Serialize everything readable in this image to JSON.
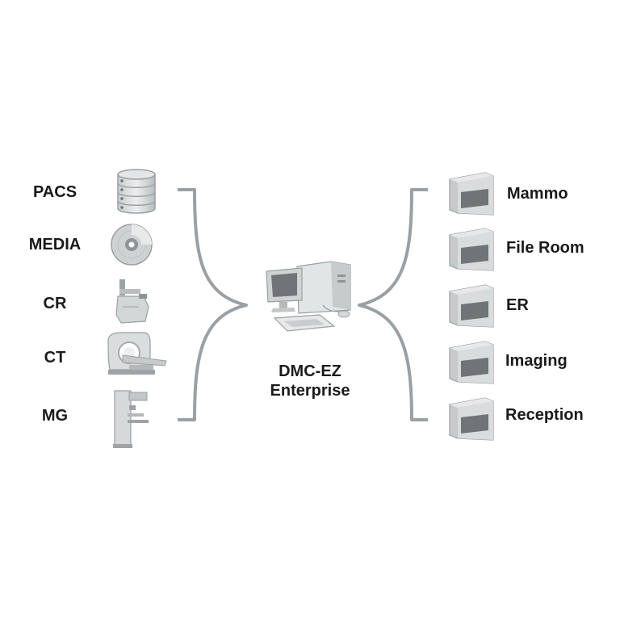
{
  "sources": [
    {
      "label": "PACS",
      "icon": "database-icon"
    },
    {
      "label": "MEDIA",
      "icon": "disc-icon"
    },
    {
      "label": "CR",
      "icon": "cr-reader-icon"
    },
    {
      "label": "CT",
      "icon": "ct-scanner-icon"
    },
    {
      "label": "MG",
      "icon": "mammography-unit-icon"
    }
  ],
  "center": {
    "line1": "DMC-EZ",
    "line2": "Enterprise",
    "icon": "workstation-icon"
  },
  "destinations": [
    {
      "label": "Mammo",
      "icon": "printer-icon"
    },
    {
      "label": "File Room",
      "icon": "printer-icon"
    },
    {
      "label": "ER",
      "icon": "printer-icon"
    },
    {
      "label": "Imaging",
      "icon": "printer-icon"
    },
    {
      "label": "Reception",
      "icon": "printer-icon"
    }
  ],
  "colors": {
    "connector": "#9aa0a3",
    "icon_light": "#d9dcdd",
    "icon_mid": "#b9bdbf",
    "icon_dark": "#6f7476",
    "text": "#1a1a1a"
  }
}
